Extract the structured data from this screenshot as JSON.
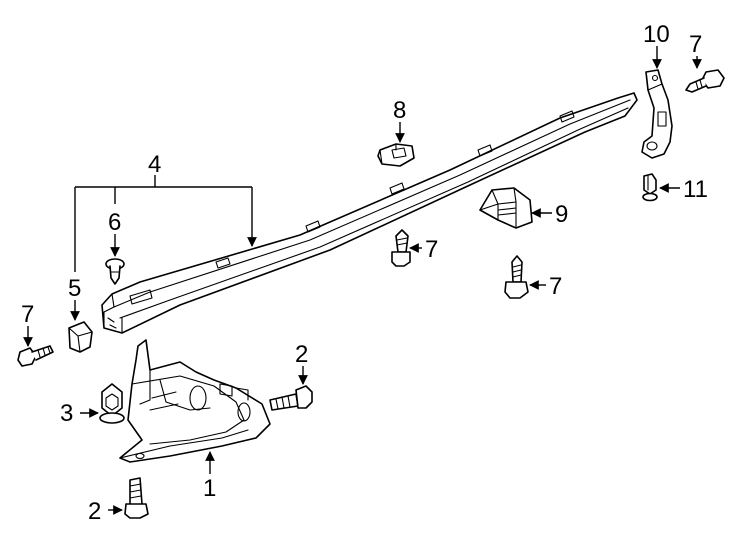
{
  "callouts": {
    "c1": "1",
    "c2a": "2",
    "c2b": "2",
    "c3": "3",
    "c4": "4",
    "c5": "5",
    "c6": "6",
    "c7a": "7",
    "c7b": "7",
    "c7c": "7",
    "c7d": "7",
    "c8": "8",
    "c9": "9",
    "c10": "10",
    "c11": "11"
  },
  "colors": {
    "line": "#000000",
    "background": "#ffffff"
  }
}
